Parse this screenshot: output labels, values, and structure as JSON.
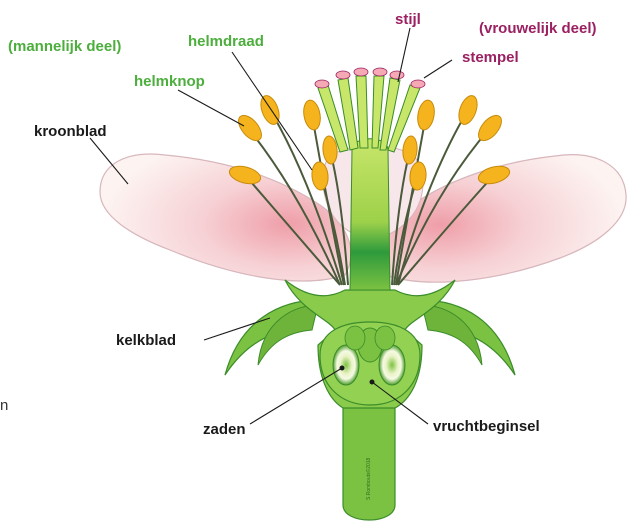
{
  "labels": {
    "male_group": "(mannelijk deel)",
    "female_group": "(vrouwelijk deel)",
    "filament": "helmdraad",
    "anther": "helmknop",
    "style": "stijl",
    "stigma": "stempel",
    "petal": "kroonblad",
    "sepal": "kelkblad",
    "seeds": "zaden",
    "ovary": "vruchtbeginsel"
  },
  "margin_fragment": "n",
  "copyright": "S.Rombouts©2018",
  "colors": {
    "label_black": "#1a1a1a",
    "label_green": "#4cae3c",
    "label_purple": "#9b2062",
    "stem_green": "#7cc242",
    "dark_green": "#3b8c2a",
    "petal_pink": "#f3c7cc",
    "anther_yellow": "#f5b41e",
    "stigma_pink": "#f4a9b4"
  }
}
